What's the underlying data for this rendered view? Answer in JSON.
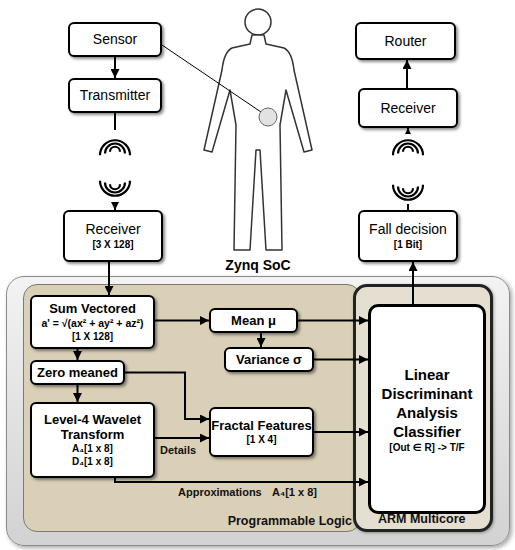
{
  "diagram": {
    "nodes": [
      {
        "text": [
          "Sensor"
        ]
      },
      {
        "text": [
          "Transmitter"
        ]
      },
      {
        "text": [
          "Router"
        ]
      },
      {
        "text": [
          "Receiver"
        ]
      },
      {
        "text": [
          "Receiver",
          "[3 X 128]"
        ]
      },
      {
        "text": [
          "Fall decision",
          "[1 Bit]"
        ]
      },
      {
        "text": [
          "Zynq SoC"
        ]
      },
      {
        "text": [
          "Programmable Logic"
        ],
        "in": 6
      },
      {
        "text": [
          "ARM Multicore"
        ],
        "in": 6
      },
      {
        "text": [
          "Sum Vectored",
          "a' = √(ax² + ay² + az²)",
          "[1 X 128]"
        ],
        "in": 7
      },
      {
        "text": [
          "Mean μ"
        ],
        "in": 7
      },
      {
        "text": [
          "Variance σ"
        ],
        "in": 7
      },
      {
        "text": [
          "Zero meaned"
        ],
        "in": 7
      },
      {
        "text": [
          "Level-4 Wavelet Transform",
          "A₄[1 x 8]",
          "D₄[1 x 8]"
        ],
        "in": 7
      },
      {
        "text": [
          "Fractal Features",
          "[1 X 4]"
        ],
        "in": 7
      },
      {
        "text": [
          "Linear Discriminant Analysis Classifier",
          "[Out ∈ R] -> T/F"
        ],
        "in": 8
      }
    ],
    "edges": [
      {
        "from": 0,
        "to": 1,
        "arrow": "to"
      },
      {
        "from": 1,
        "to": 4,
        "arrow": "to"
      },
      {
        "from": 4,
        "to": 9,
        "arrow": "to"
      },
      {
        "from": 5,
        "to": 3,
        "arrow": "to"
      },
      {
        "from": 3,
        "to": 2,
        "arrow": "to"
      },
      {
        "from": 15,
        "to": 5,
        "arrow": "to"
      },
      {
        "from": 9,
        "to": 10,
        "arrow": "to"
      },
      {
        "from": 10,
        "to": 11,
        "arrow": "to"
      },
      {
        "from": 10,
        "to": 15,
        "arrow": "to"
      },
      {
        "from": 11,
        "to": 15,
        "arrow": "to"
      },
      {
        "from": 9,
        "to": 12,
        "arrow": "to"
      },
      {
        "from": 12,
        "to": 13,
        "arrow": "to"
      },
      {
        "from": 12,
        "to": 14,
        "arrow": "to"
      },
      {
        "from": 13,
        "to": 14,
        "label": "Details",
        "arrow": "to"
      },
      {
        "from": 13,
        "to": 15,
        "label": "Approximations",
        "arrow": "to"
      },
      {
        "from": 14,
        "to": 15,
        "arrow": "to"
      }
    ],
    "labels": [
      "A₄[1 x 8]"
    ]
  }
}
